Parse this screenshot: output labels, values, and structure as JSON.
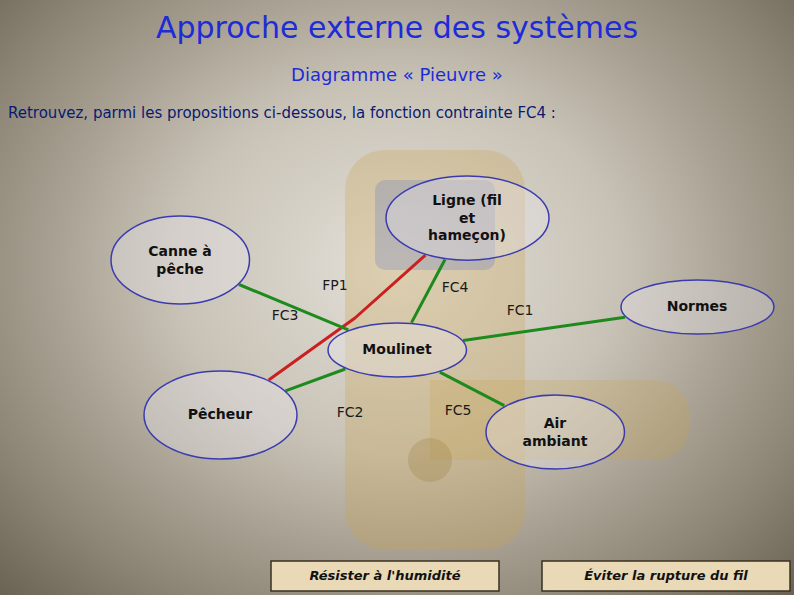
{
  "diagram": {
    "title": "Approche externe des systèmes",
    "nodes": [
      {
        "text": [
          "Canne à pêche"
        ]
      },
      {
        "text": [
          "Ligne (fil et hameçon)"
        ]
      },
      {
        "text": [
          "Moulinet"
        ]
      },
      {
        "text": [
          "Normes"
        ]
      },
      {
        "text": [
          "Pêcheur"
        ]
      },
      {
        "text": [
          "Air ambiant"
        ]
      },
      {
        "text": [
          "Résister à l'humidité"
        ]
      },
      {
        "text": [
          "Éviter la rupture du fil"
        ]
      }
    ],
    "edges": [
      {
        "from": 4,
        "to": 1,
        "label": "FP1",
        "arrow": "none"
      },
      {
        "from": 4,
        "to": 2,
        "label": "FC2",
        "arrow": "none"
      },
      {
        "from": 0,
        "to": 2,
        "label": "FC3",
        "arrow": "none"
      },
      {
        "from": 1,
        "to": 2,
        "label": "FC4",
        "arrow": "none"
      },
      {
        "from": 2,
        "to": 3,
        "label": "FC1",
        "arrow": "none"
      },
      {
        "from": 2,
        "to": 5,
        "label": "FC5",
        "arrow": "none"
      }
    ],
    "labels": [
      "Diagramme « Pieuvre »",
      "Retrouvez, parmi les propositions ci-dessous, la fonction contrainte FC4 :"
    ]
  }
}
